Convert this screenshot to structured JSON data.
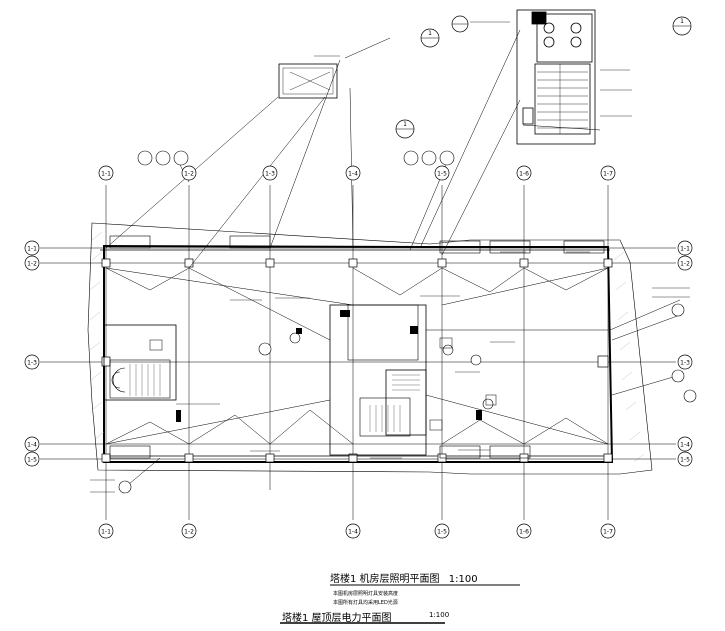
{
  "grid": {
    "columns": [
      "1-1",
      "1-2",
      "1-3",
      "1-4",
      "1-5",
      "1-6",
      "1-7"
    ],
    "rows": [
      "1-1",
      "1-2",
      "1-3",
      "1-4",
      "1-5"
    ]
  },
  "callouts": {
    "top_circle_1": "1",
    "top_circle_2": "1",
    "right_circle": "1"
  },
  "titles": {
    "main_title": "塔楼1  机房层照明平面图",
    "main_scale": "1:100",
    "note_line_1": "本图机房层照明灯具安装高度",
    "note_line_2": "本图所有灯具均采用LED光源",
    "sub_title": "塔楼1  屋顶层电力平面图",
    "sub_scale": "1:100"
  }
}
